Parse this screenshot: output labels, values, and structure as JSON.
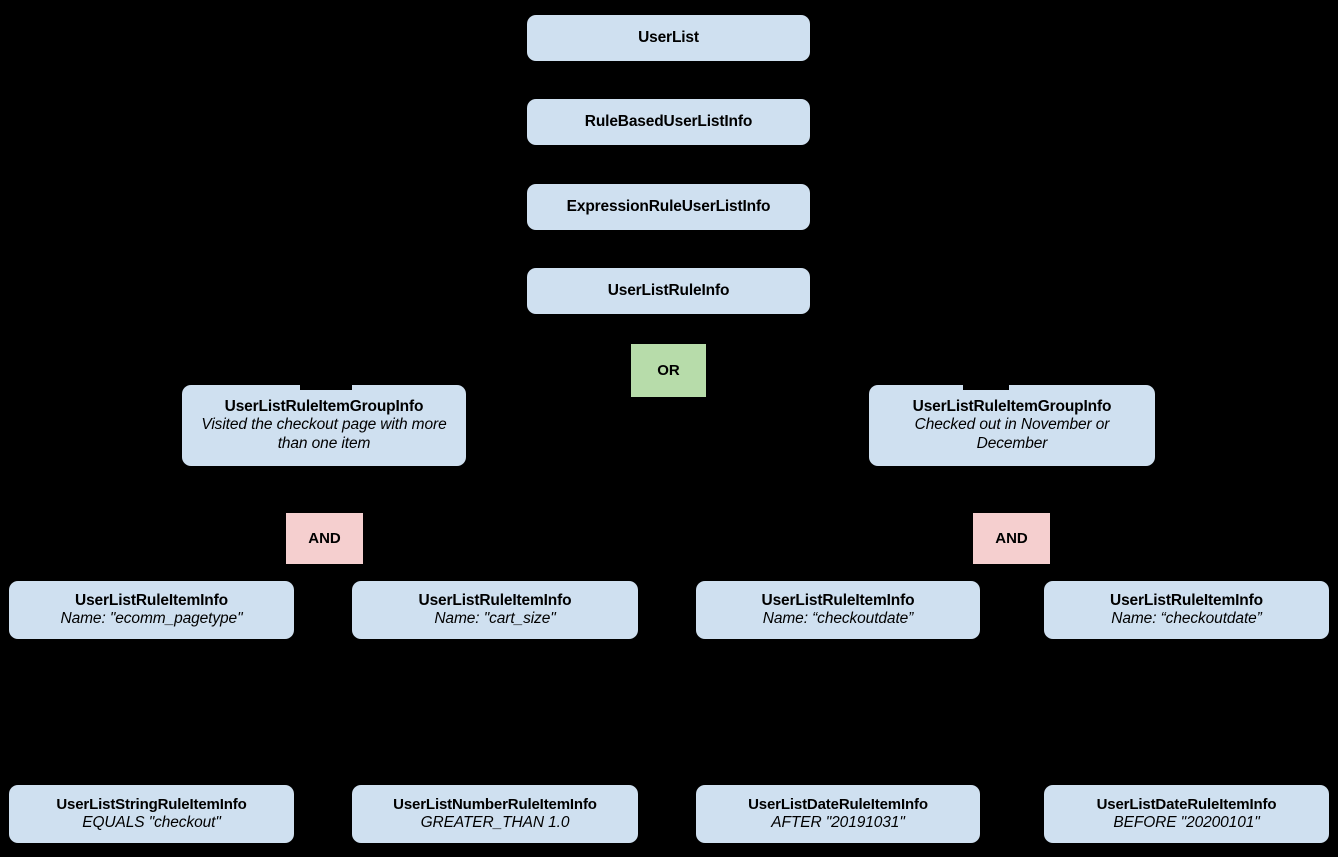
{
  "diagram": {
    "type": "class-hierarchy",
    "background_color": "#000000",
    "class_box_color": "#cfe0f0",
    "or_node_color": "#b7dcaa",
    "and_node_color": "#f5cfcf",
    "nodes": [
      {
        "id": "userlist",
        "kind": "class",
        "title": "UserList",
        "subtitle": ""
      },
      {
        "id": "rulebased",
        "kind": "class",
        "title": "RuleBasedUserListInfo",
        "subtitle": ""
      },
      {
        "id": "expressionrule",
        "kind": "class",
        "title": "ExpressionRuleUserListInfo",
        "subtitle": ""
      },
      {
        "id": "userlistruleinfo",
        "kind": "class",
        "title": "UserListRuleInfo",
        "subtitle": ""
      },
      {
        "id": "or",
        "kind": "operator",
        "title": "OR",
        "subtitle": ""
      },
      {
        "id": "group-left",
        "kind": "class",
        "title": "UserListRuleItemGroupInfo",
        "subtitle": "Visited the checkout page with more than one item"
      },
      {
        "id": "group-right",
        "kind": "class",
        "title": "UserListRuleItemGroupInfo",
        "subtitle": "Checked out in November or December"
      },
      {
        "id": "and-left",
        "kind": "operator",
        "title": "AND",
        "subtitle": ""
      },
      {
        "id": "and-right",
        "kind": "operator",
        "title": "AND",
        "subtitle": ""
      },
      {
        "id": "item-1",
        "kind": "class",
        "title": "UserListRuleItemInfo",
        "subtitle": "Name: \"ecomm_pagetype\""
      },
      {
        "id": "item-2",
        "kind": "class",
        "title": "UserListRuleItemInfo",
        "subtitle": "Name: \"cart_size\""
      },
      {
        "id": "item-3",
        "kind": "class",
        "title": "UserListRuleItemInfo",
        "subtitle": "Name: “checkoutdate”"
      },
      {
        "id": "item-4",
        "kind": "class",
        "title": "UserListRuleItemInfo",
        "subtitle": "Name: “checkoutdate”"
      },
      {
        "id": "leaf-1",
        "kind": "class",
        "title": "UserListStringRuleItemInfo",
        "subtitle": "EQUALS \"checkout\""
      },
      {
        "id": "leaf-2",
        "kind": "class",
        "title": "UserListNumberRuleItemInfo",
        "subtitle": "GREATER_THAN 1.0"
      },
      {
        "id": "leaf-3",
        "kind": "class",
        "title": "UserListDateRuleItemInfo",
        "subtitle": "AFTER \"20191031\""
      },
      {
        "id": "leaf-4",
        "kind": "class",
        "title": "UserListDateRuleItemInfo",
        "subtitle": "BEFORE \"20200101\""
      }
    ]
  }
}
